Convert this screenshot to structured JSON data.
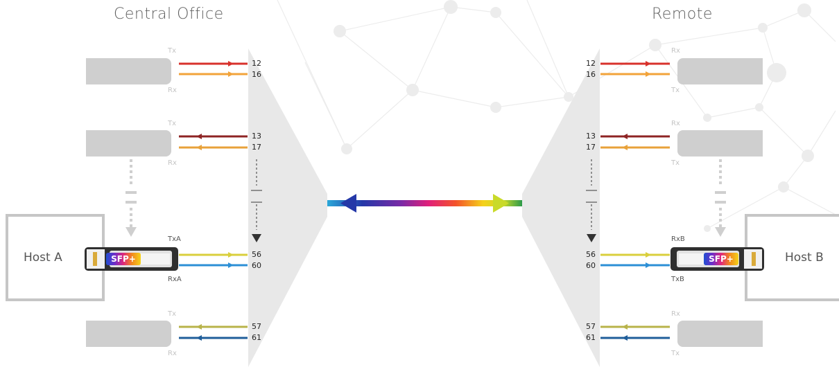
{
  "titles": {
    "left": "Central Office",
    "right": "Remote"
  },
  "hosts": {
    "a": "Host A",
    "b": "Host B"
  },
  "sfp_label": "SFP+",
  "port_labels": {
    "tx": "Tx",
    "rx": "Rx",
    "txa": "TxA",
    "rxa": "RxA",
    "rxb": "RxB",
    "txb": "TxB"
  },
  "channels": {
    "c12": "12",
    "c16": "16",
    "c13": "13",
    "c17": "17",
    "c56": "56",
    "c60": "60",
    "c57": "57",
    "c61": "61"
  },
  "colors": {
    "red": "#d8312b",
    "orange": "#f2a33a",
    "darkred": "#8e2424",
    "amber": "#e8a23a",
    "yellow": "#d9cf3c",
    "blue": "#2c8fd6",
    "olive": "#b8b34a",
    "navy": "#1f5e9a",
    "mux": "#e8e8e8",
    "transceiver": "#cfcfcf"
  }
}
